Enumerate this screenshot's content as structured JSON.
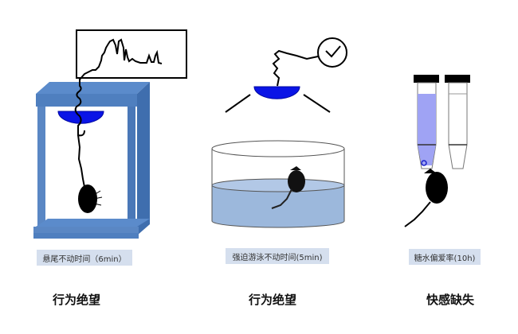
{
  "panels": [
    {
      "id": "tail-suspension",
      "caption": "悬尾不动时间（6min）",
      "conclusion": "行为绝望"
    },
    {
      "id": "forced-swim",
      "caption": "强迫游泳不动时间(5min)",
      "conclusion": "行为绝望"
    },
    {
      "id": "sucrose-preference",
      "caption": "糖水偏爱率(10h)",
      "conclusion": "快感缺失"
    }
  ],
  "colors": {
    "frame_blue": "#4f7fbf",
    "frame_dark": "#3b66a3",
    "sensor_blue": "#0a14e6",
    "water_blue": "#9cb8dc",
    "sucrose_tint": "#9fa3f4",
    "caption_bg": "#d5dfee"
  }
}
